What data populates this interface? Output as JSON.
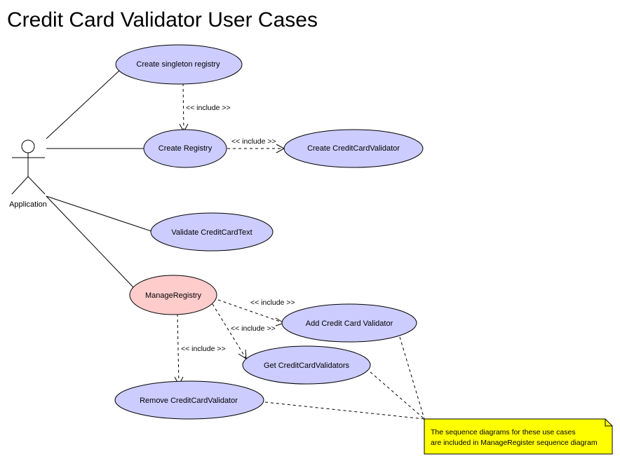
{
  "title": "Credit Card Validator User Cases",
  "actor": {
    "label": "Application"
  },
  "use_cases": {
    "create_singleton": "Create singleton registry",
    "create_registry": "Create Registry",
    "create_validator": "Create CreditCardValidator",
    "validate_text": "Validate CreditCardText",
    "manage_registry": "ManageRegistry",
    "add_validator": "Add Credit Card Validator",
    "get_validators": "Get CreditCardValidators",
    "remove_validator": "Remove CreditCardValidator"
  },
  "relations": {
    "include_label": "<< include >>"
  },
  "note": {
    "line1": "The sequence diagrams for these use cases",
    "line2": "are included in ManageRegister sequence diagram"
  },
  "colors": {
    "use_case_fill": "#ccccff",
    "highlight_fill": "#ffcccc",
    "note_fill": "#ffff00"
  }
}
